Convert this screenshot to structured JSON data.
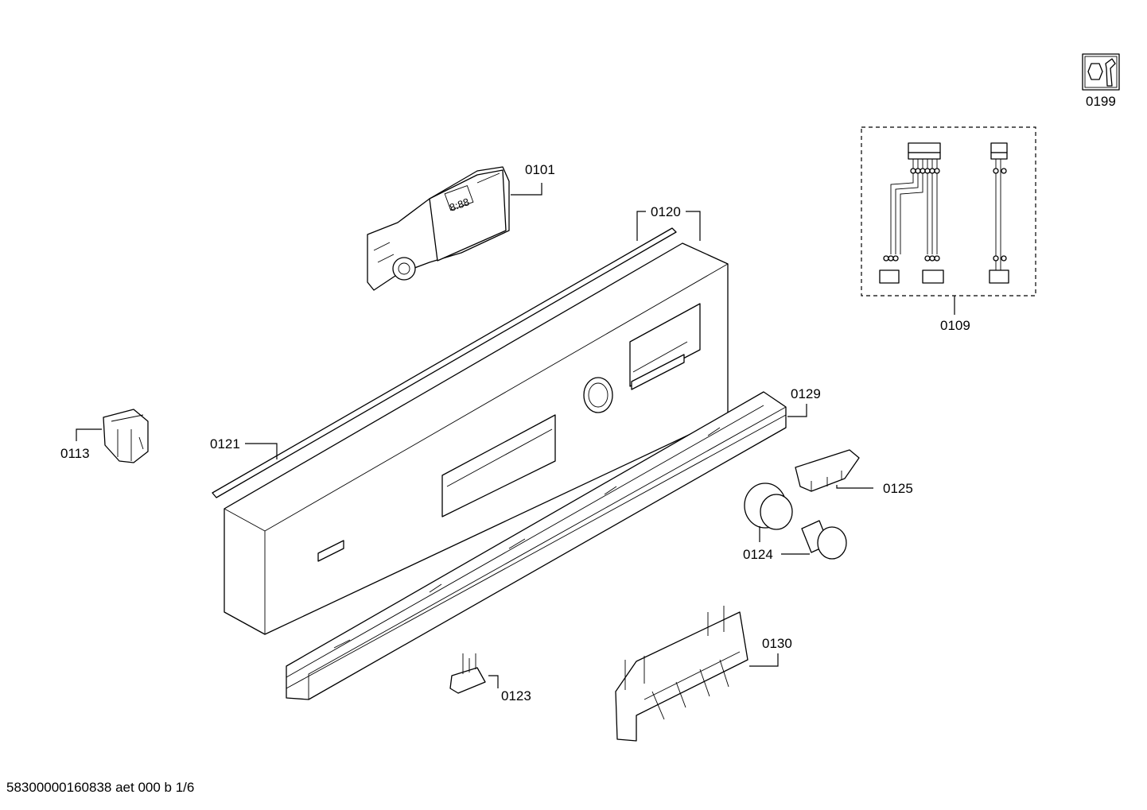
{
  "diagram": {
    "type": "exploded-parts-view",
    "parts": [
      {
        "id": "0101"
      },
      {
        "id": "0109"
      },
      {
        "id": "0113"
      },
      {
        "id": "0120"
      },
      {
        "id": "0121"
      },
      {
        "id": "0123"
      },
      {
        "id": "0124"
      },
      {
        "id": "0125"
      },
      {
        "id": "0129"
      },
      {
        "id": "0130"
      },
      {
        "id": "0199",
        "icon": "service-tool-icon"
      }
    ]
  },
  "footer": {
    "text": "58300000160838 aet 000 b 1/6"
  }
}
